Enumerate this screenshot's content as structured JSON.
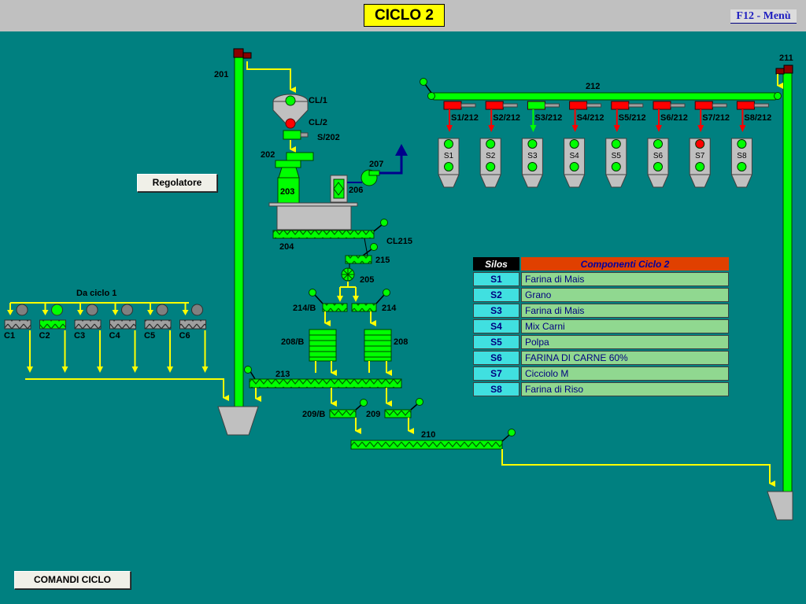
{
  "header": {
    "title": "CICLO 2",
    "menu_link": "F12 - Menù"
  },
  "buttons": {
    "regolatore": "Regolatore",
    "comandi": "COMANDI CICLO"
  },
  "colors": {
    "background": "#008080",
    "conveyor": "#00ff00",
    "flow_arrow": "#ffff00",
    "active": "#00ff00",
    "alarm": "#ff0000",
    "inactive": "#808080",
    "title_bg": "#ffff00"
  },
  "equipment_labels": {
    "elevator_201": "201",
    "elevator_211": "211",
    "conveyor_212": "212",
    "cl1": "CL/1",
    "cl2": "CL/2",
    "s202": "S/202",
    "mixer_202": "202",
    "unit_203": "203",
    "fan_207": "207",
    "unit_206": "206",
    "conveyor_204": "204",
    "cl215": "CL215",
    "conveyor_215": "215",
    "rotary_205": "205",
    "conveyor_214b": "214/B",
    "conveyor_214": "214",
    "bin_208b": "208/B",
    "bin_208": "208",
    "conveyor_213": "213",
    "conveyor_209b": "209/B",
    "conveyor_209": "209",
    "conveyor_210": "210",
    "da_ciclo": "Da ciclo 1"
  },
  "ciclo1_bins": [
    {
      "label": "C1",
      "state": "off"
    },
    {
      "label": "C2",
      "state": "on"
    },
    {
      "label": "C3",
      "state": "off"
    },
    {
      "label": "C4",
      "state": "off"
    },
    {
      "label": "C5",
      "state": "off"
    },
    {
      "label": "C6",
      "state": "off"
    }
  ],
  "diverters": [
    {
      "label": "S1/212",
      "state": "red"
    },
    {
      "label": "S2/212",
      "state": "red"
    },
    {
      "label": "S3/212",
      "state": "green"
    },
    {
      "label": "S4/212",
      "state": "red"
    },
    {
      "label": "S5/212",
      "state": "red"
    },
    {
      "label": "S6/212",
      "state": "red"
    },
    {
      "label": "S7/212",
      "state": "red"
    },
    {
      "label": "S8/212",
      "state": "red"
    }
  ],
  "silo_units": [
    {
      "label": "S1",
      "top": "green",
      "bottom": "green"
    },
    {
      "label": "S2",
      "top": "green",
      "bottom": "green"
    },
    {
      "label": "S3",
      "top": "green",
      "bottom": "green"
    },
    {
      "label": "S4",
      "top": "green",
      "bottom": "green"
    },
    {
      "label": "S5",
      "top": "green",
      "bottom": "green"
    },
    {
      "label": "S6",
      "top": "green",
      "bottom": "green"
    },
    {
      "label": "S7",
      "top": "red",
      "bottom": "green"
    },
    {
      "label": "S8",
      "top": "green",
      "bottom": "green"
    }
  ],
  "silos_table": {
    "header_code": "Silos",
    "header_component": "Componenti Ciclo 2",
    "rows": [
      {
        "code": "S1",
        "component": "Farina di Mais"
      },
      {
        "code": "S2",
        "component": "Grano"
      },
      {
        "code": "S3",
        "component": "Farina di Mais"
      },
      {
        "code": "S4",
        "component": "Mix Carni"
      },
      {
        "code": "S5",
        "component": "Polpa"
      },
      {
        "code": "S6",
        "component": "FARINA DI CARNE 60%"
      },
      {
        "code": "S7",
        "component": "Cicciolo M"
      },
      {
        "code": "S8",
        "component": "Farina di Riso"
      }
    ]
  }
}
